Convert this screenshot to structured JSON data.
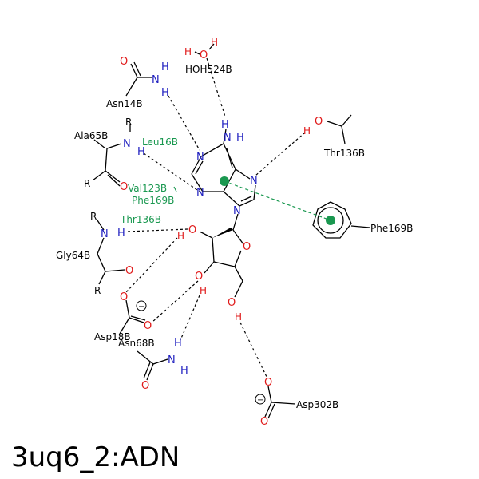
{
  "title": "3uq6_2:ADN",
  "colors": {
    "nitrogen": "#2020c0",
    "oxygen": "#e01818",
    "hydrophobic": "#1a9850",
    "bond": "#000000"
  },
  "atoms": {
    "N": "N",
    "H": "H",
    "O": "O",
    "R": "R",
    "charge": "−"
  },
  "residues": {
    "hoh524b": "HOH524B",
    "asn14b": "Asn14B",
    "ala65b": "Ala65B",
    "thr136b_top": "Thr136B",
    "phe169b_ring": "Phe169B",
    "gly64b": "Gly64B",
    "asp18b": "Asp18B",
    "asn68b": "Asn68B",
    "asp302b": "Asp302B"
  },
  "hydrophobic_labels": {
    "leu16b": "Leu16B",
    "val123b": "Val123B",
    "phe169b": "Phe169B",
    "thr136b": "Thr136B"
  }
}
